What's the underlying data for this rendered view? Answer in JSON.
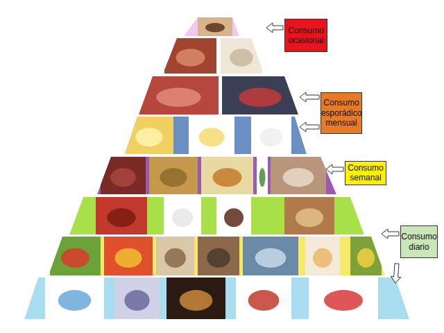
{
  "diagram": {
    "nodes": [
      {
        "text": [
          "Consumo ocasional"
        ]
      },
      {
        "text": [
          "Consumo esporádico mensual"
        ]
      },
      {
        "text": [
          "Consumo semanal"
        ]
      },
      {
        "text": [
          "Consumo diario"
        ]
      }
    ]
  }
}
